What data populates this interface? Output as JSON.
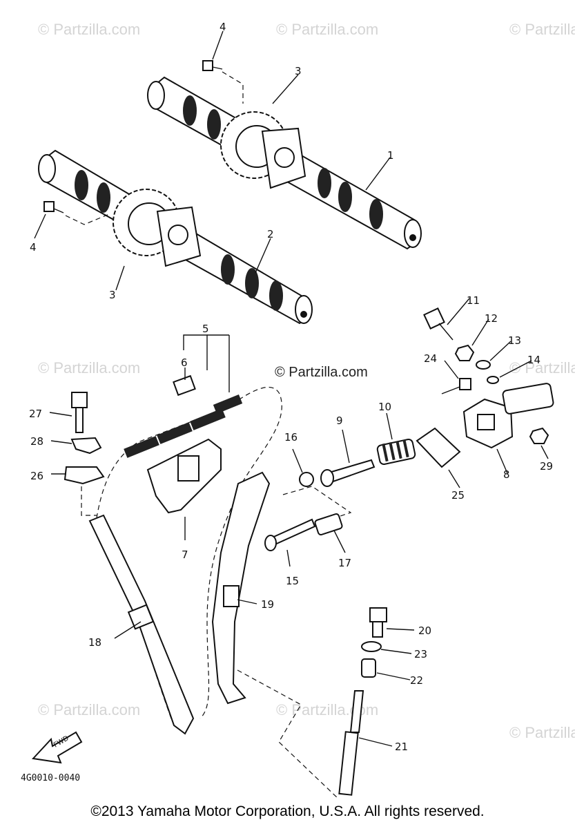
{
  "diagram": {
    "diagram_code": "4G0010-0040",
    "direction_marker": "FWD",
    "watermark": "© Partzilla.com",
    "watermark_center": "© Partzilla.com",
    "copyright": "©2013  Yamaha Motor Corporation, U.S.A. All rights reserved.",
    "part_numbers": {
      "p1": "1",
      "p2": "2",
      "p3a": "3",
      "p3b": "3",
      "p4a": "4",
      "p4b": "4",
      "p5": "5",
      "p6": "6",
      "p7": "7",
      "p8": "8",
      "p9": "9",
      "p10": "10",
      "p11": "11",
      "p12": "12",
      "p13": "13",
      "p14": "14",
      "p15": "15",
      "p16": "16",
      "p17": "17",
      "p18": "18",
      "p19": "19",
      "p20": "20",
      "p21": "21",
      "p22": "22",
      "p23": "23",
      "p24": "24",
      "p25": "25",
      "p26": "26",
      "p27": "27",
      "p28": "28",
      "p29": "29"
    }
  }
}
